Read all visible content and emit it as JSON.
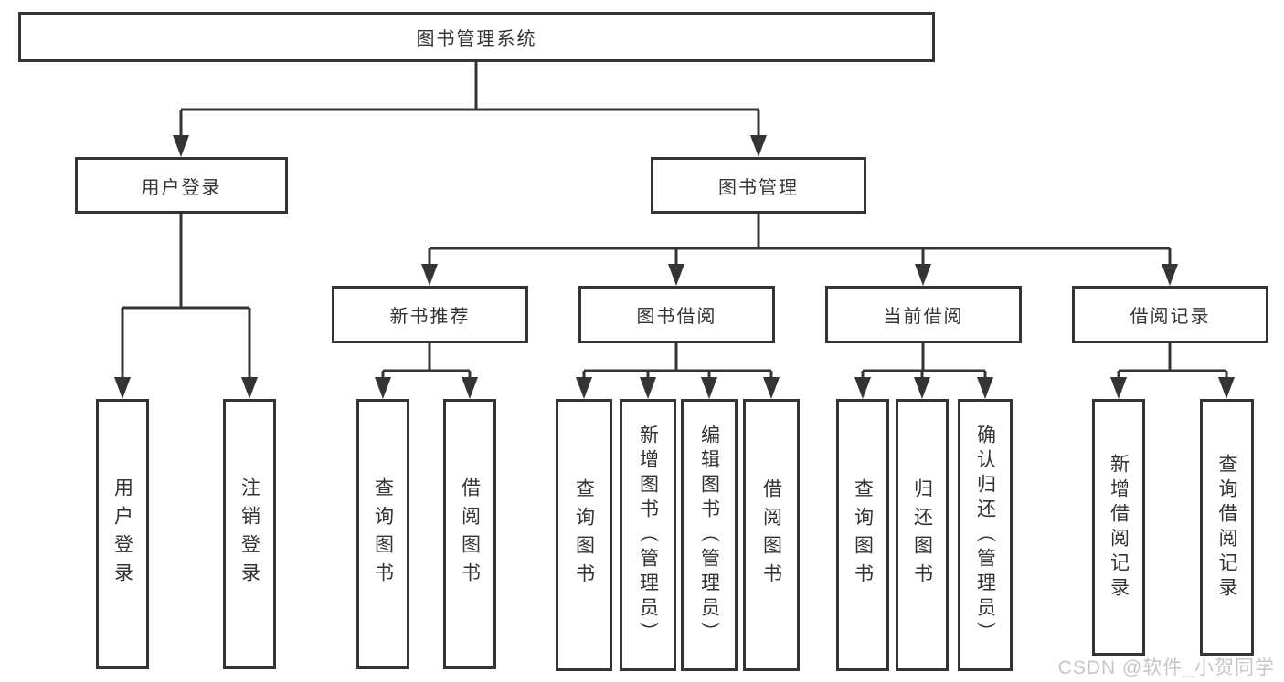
{
  "diagram": {
    "root": {
      "label": "图书管理系统"
    },
    "level2": [
      {
        "label": "用户登录"
      },
      {
        "label": "图书管理"
      }
    ],
    "level3": [
      {
        "label": "新书推荐"
      },
      {
        "label": "图书借阅"
      },
      {
        "label": "当前借阅"
      },
      {
        "label": "借阅记录"
      }
    ],
    "leaves": {
      "user_login": [
        "用户登录",
        "注销登录"
      ],
      "new_books": [
        "查询图书",
        "借阅图书"
      ],
      "book_borrow": [
        "查询图书",
        "新增图书（管理员）",
        "编辑图书（管理员）",
        "借阅图书"
      ],
      "current_borrow": [
        "查询图书",
        "归还图书",
        "确认归还（管理员）"
      ],
      "borrow_records": [
        "新增借阅记录",
        "查询借阅记录"
      ]
    },
    "watermark": "CSDN @软件_小贺同学",
    "colors": {
      "line": "#343434",
      "text": "#333333",
      "watermark": "#c7c7c7",
      "background": "#ffffff"
    }
  }
}
